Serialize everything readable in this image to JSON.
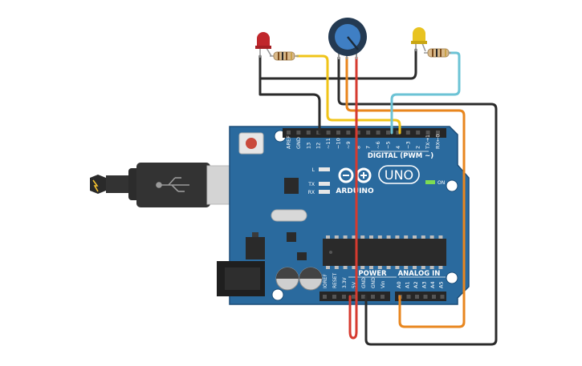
{
  "board": {
    "brand": "ARDUINO",
    "model": "UNO",
    "digital_header_label": "DIGITAL (PWM ~)",
    "power_label": "POWER",
    "analog_label": "ANALOG IN",
    "on_led_label": "ON",
    "led_l_label": "L",
    "led_tx_label": "TX",
    "led_rx_label": "RX",
    "digital_pins": [
      "AREF",
      "GND",
      "13",
      "12",
      "~11",
      "~10",
      "~9",
      "8",
      "7",
      "~6",
      "~5",
      "4",
      "~3",
      "2",
      "TX→1",
      "RX←0"
    ],
    "power_pins": [
      "IOREF",
      "RESET",
      "3.3V",
      "5V",
      "GND",
      "GND",
      "Vin"
    ],
    "analog_pins": [
      "A0",
      "A1",
      "A2",
      "A3",
      "A4",
      "A5"
    ]
  },
  "components": {
    "led_red_color": "#c0262b",
    "led_yellow_color": "#e8c321",
    "potentiometer_knob_color": "#3f7fc4"
  },
  "wires": {
    "black": "#2b2b2b",
    "yellow": "#f0c419",
    "red": "#d63a2f",
    "cyan": "#6cc3d5",
    "orange": "#e8861e"
  },
  "colors": {
    "board_blue": "#2a6a9e",
    "board_dark": "#1c4d78",
    "header_black": "#262626"
  }
}
